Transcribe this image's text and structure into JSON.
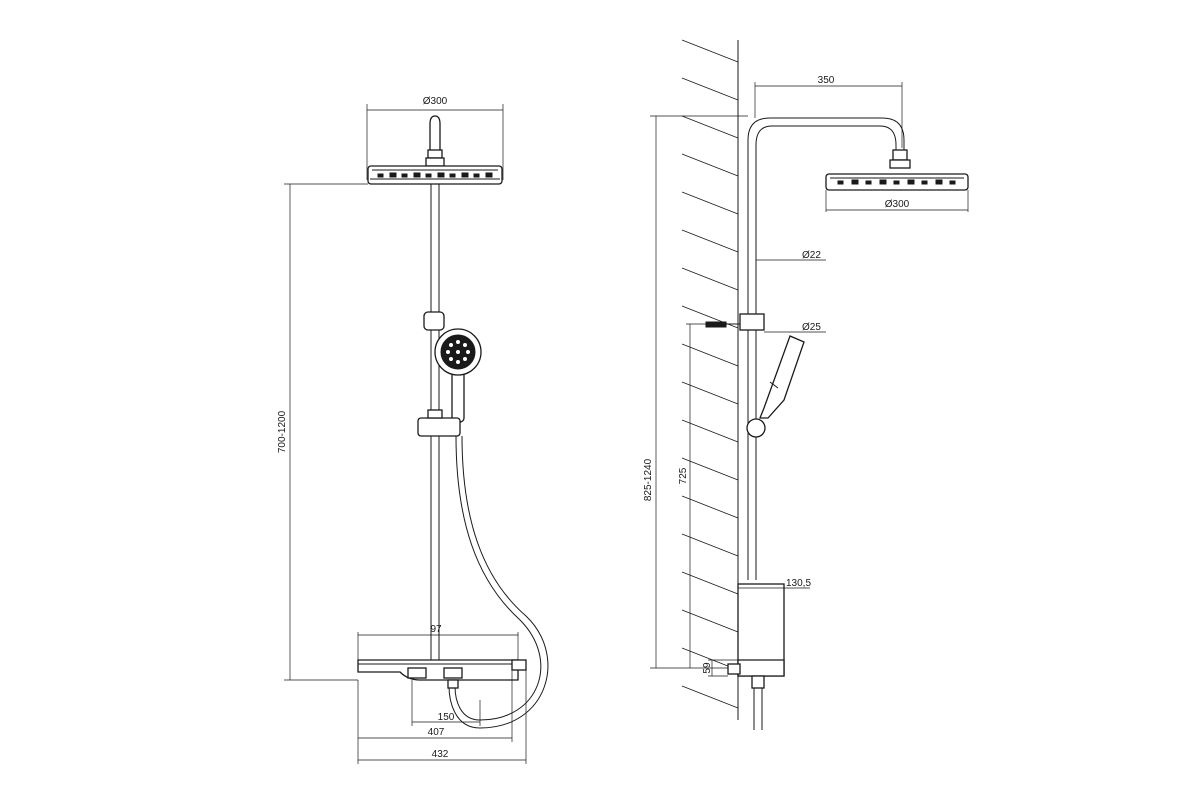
{
  "front_view": {
    "head_diameter": "Ø300",
    "height_range": "700-1200",
    "mixer_depth": "97",
    "offset_150": "150",
    "width_407": "407",
    "width_432": "432"
  },
  "side_view": {
    "arm_reach": "350",
    "head_diameter": "Ø300",
    "upper_pipe_diameter": "Ø22",
    "lower_pipe_diameter": "Ø25",
    "total_height": "825-1240",
    "bracket_height": "725",
    "mixer_projection": "130,5",
    "mixer_height": "59"
  },
  "colors": {
    "line": "#1a1a1a",
    "background": "#ffffff"
  }
}
